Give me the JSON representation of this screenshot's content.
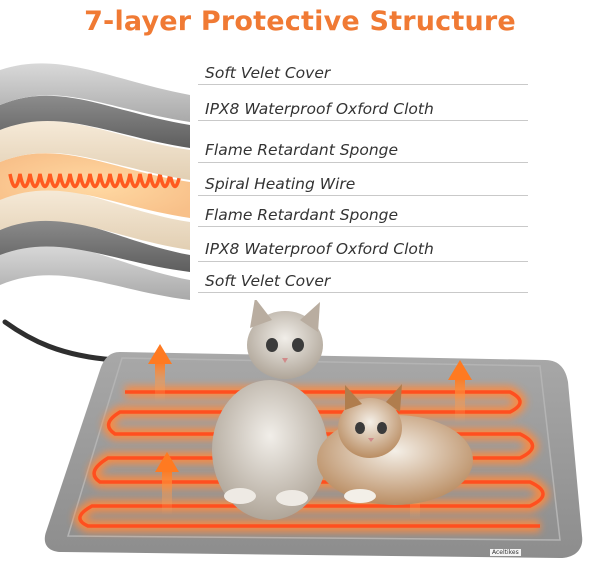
{
  "title": "7-layer Protective Structure",
  "layers": [
    {
      "label": "Soft Velet Cover"
    },
    {
      "label": "IPX8 Waterproof Oxford Cloth"
    },
    {
      "label": "Flame Retardant Sponge"
    },
    {
      "label": "Spiral Heating Wire"
    },
    {
      "label": "Flame Retardant Sponge"
    },
    {
      "label": "IPX8 Waterproof Oxford Cloth"
    },
    {
      "label": "Soft Velet Cover"
    }
  ],
  "brand_tag": "Aceltikes",
  "colors": {
    "title": "#f07a34",
    "heat": "#ff4f1f",
    "glow": "#ffb072",
    "mat": "#9b9b9b"
  }
}
